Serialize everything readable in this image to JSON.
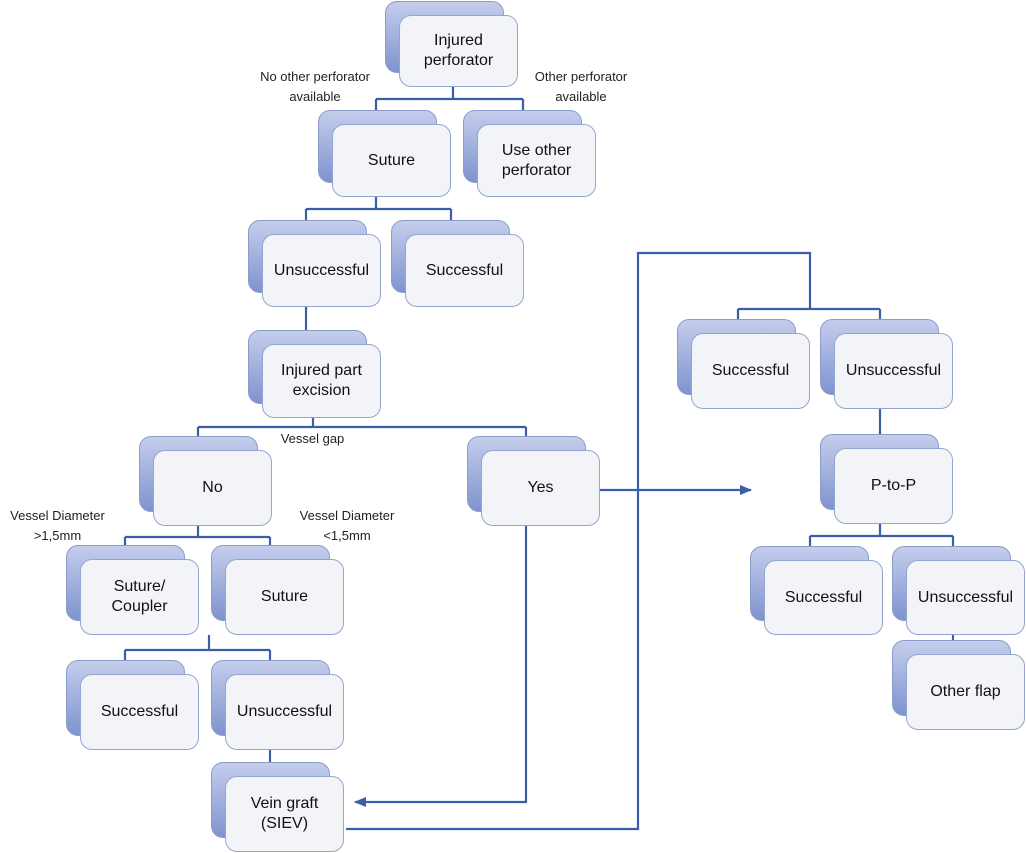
{
  "nodes": {
    "injured_perforator": "Injured\nperforator",
    "suture_top": "Suture",
    "use_other_perforator": "Use other\nperforator",
    "unsuccessful_1": "Unsuccessful",
    "successful_1": "Successful",
    "injured_part_excision": "Injured part\nexcision",
    "no": "No",
    "yes": "Yes",
    "suture_coupler": "Suture/\nCoupler",
    "suture_small": "Suture",
    "successful_2": "Successful",
    "unsuccessful_2": "Unsuccessful",
    "vein_graft": "Vein graft\n(SIEV)",
    "successful_3": "Successful",
    "unsuccessful_3": "Unsuccessful",
    "p_to_p": "P-to-P",
    "successful_4": "Successful",
    "unsuccessful_4": "Unsuccessful",
    "other_flap": "Other flap"
  },
  "labels": {
    "no_other_perforator": "No other perforator\navailable",
    "other_perforator": "Other perforator\navailable",
    "vessel_gap": "Vessel gap",
    "diameter_large": "Vessel Diameter\n>1,5mm",
    "diameter_small": "Vessel Diameter\n<1,5mm"
  },
  "colors": {
    "connector": "#3a5fa8",
    "box_back": "#7f93cf",
    "box_front": "#f3f4f8"
  }
}
